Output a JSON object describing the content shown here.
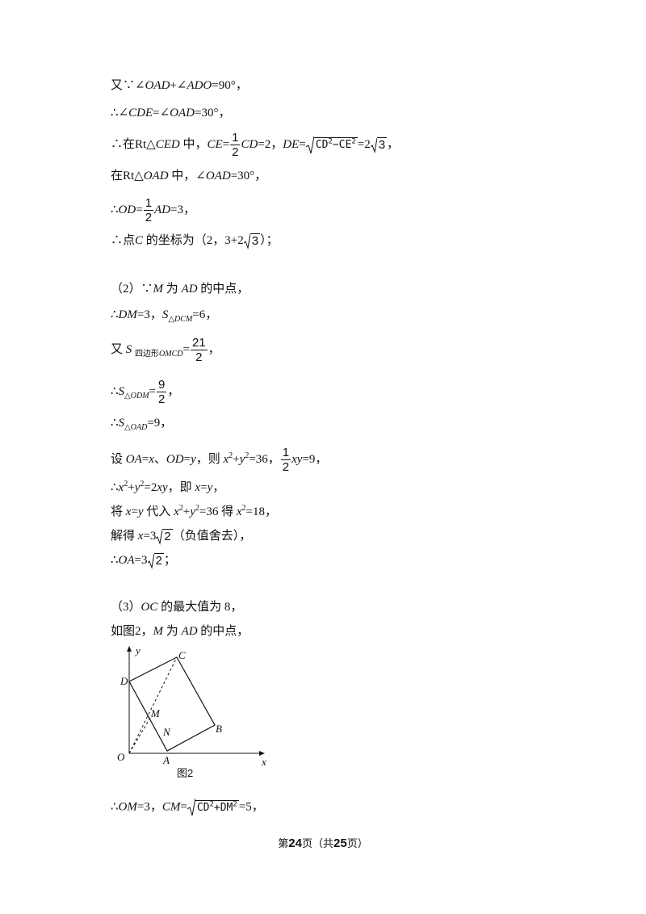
{
  "lines": {
    "l1": "又∵∠OAD+∠ADO=90°，",
    "l2": "∴∠CDE=∠OAD=30°，",
    "l3": "∴在Rt△CED中，CE=1/2CD=2，DE=√(CD²−CE²)=2√3，",
    "l4": "在Rt△OAD中，∠OAD=30°，",
    "l5": "∴OD=1/2AD=3，",
    "l6": "∴点C的坐标为（2，3+2√3）；",
    "l7": "（2）∵M为AD的中点，",
    "l8": "∴DM=3，S△DCM=6，",
    "l9": "又S四边形OMCD=21/2，",
    "l10": "∴S△ODM=9/2，",
    "l11": "∴S△OAD=9，",
    "l12": "设OA=x、OD=y，则x²+y²=36，1/2xy=9，",
    "l13": "∴x²+y²=2xy，即x=y，",
    "l14": "将x=y代入x²+y²=36得x²=18，",
    "l15": "解得x=3√2（负值舍去），",
    "l16": "∴OA=3√2；",
    "l17": "（3）OC的最大值为8，",
    "l18": "如图2，M为AD的中点，",
    "l19": "∴OM=3，CM=√(CD²+DM²)=5，"
  },
  "figure": {
    "caption": "图2",
    "labels": {
      "y": "y",
      "x": "x",
      "O": "O",
      "A": "A",
      "B": "B",
      "C": "C",
      "D": "D",
      "M": "M",
      "N": "N"
    }
  },
  "footer": {
    "prefix": "第",
    "page": "24",
    "mid": "页（共",
    "total": "25",
    "suffix": "页）"
  }
}
